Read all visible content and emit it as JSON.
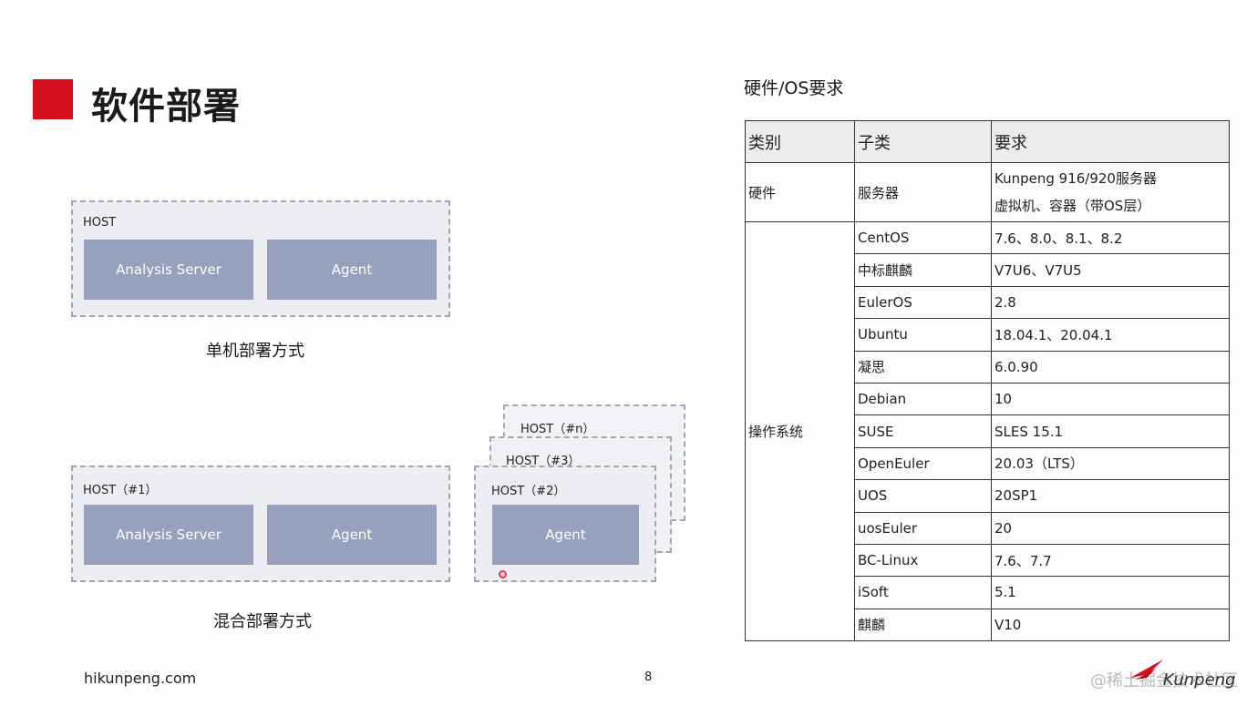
{
  "title": "软件部署",
  "single": {
    "host_label": "HOST",
    "analysis_label": "Analysis Server",
    "agent_label": "Agent",
    "caption": "单机部署方式"
  },
  "mixed": {
    "host1_label": "HOST（#1）",
    "host2_label": "HOST（#2）",
    "host3_label": "HOST（#3）",
    "hostn_label": "HOST（#n）",
    "analysis_label": "Analysis Server",
    "agent_label": "Agent",
    "agent2_label": "Agent",
    "caption": "混合部署方式"
  },
  "requirements": {
    "title": "硬件/OS要求",
    "headers": [
      "类别",
      "子类",
      "要求"
    ],
    "hardware": {
      "category": "硬件",
      "sub": "服务器",
      "req_line1": "Kunpeng 916/920服务器",
      "req_line2": "虚拟机、容器（带OS层）"
    },
    "os_category": "操作系统",
    "os_rows": [
      {
        "sub": "CentOS",
        "req": "7.6、8.0、8.1、8.2"
      },
      {
        "sub": "中标麒麟",
        "req": "V7U6、V7U5"
      },
      {
        "sub": "EulerOS",
        "req": "2.8"
      },
      {
        "sub": "Ubuntu",
        "req": "18.04.1、20.04.1"
      },
      {
        "sub": "凝思",
        "req": "6.0.90"
      },
      {
        "sub": "Debian",
        "req": "10"
      },
      {
        "sub": "SUSE",
        "req": "SLES 15.1"
      },
      {
        "sub": "OpenEuler",
        "req": "20.03（LTS）"
      },
      {
        "sub": "UOS",
        "req": "20SP1"
      },
      {
        "sub": "uosEuler",
        "req": "20"
      },
      {
        "sub": "BC-Linux",
        "req": "7.6、7.7"
      },
      {
        "sub": "iSoft",
        "req": "5.1"
      },
      {
        "sub": "麒麟",
        "req": "V10"
      }
    ]
  },
  "footer": {
    "url": "hikunpeng.com",
    "page": "8",
    "watermark": "@稀土掘金技术社区",
    "logo": "Kunpeng"
  },
  "colors": {
    "accent": "#d50f1b",
    "module": "#97a0bc",
    "host_bg": "#eceef3"
  }
}
